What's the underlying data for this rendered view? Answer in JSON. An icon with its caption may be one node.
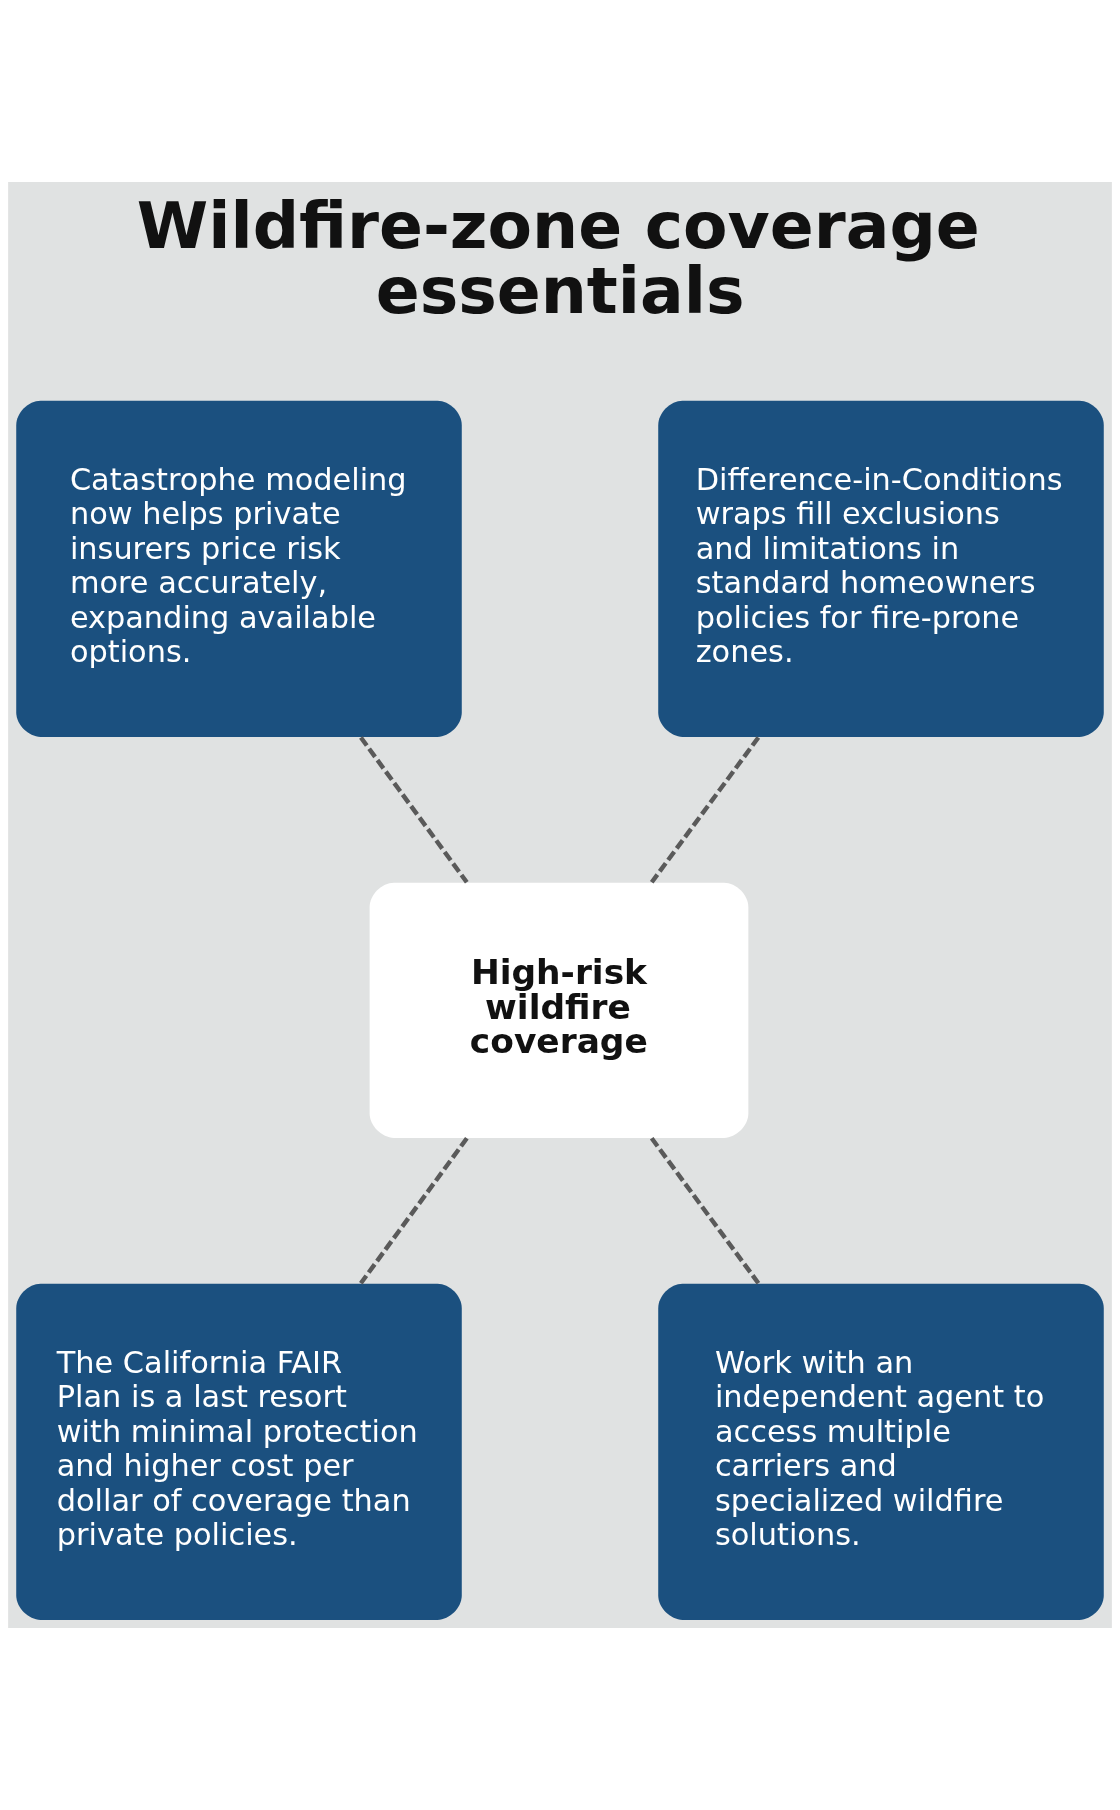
{
  "diagram": {
    "title": "Wildfire-zone coverage essentials",
    "nodes": [
      {
        "text": [
          "Catastrophe modeling now helps private insurers price risk more accurately, expanding available options."
        ]
      },
      {
        "text": [
          "Difference-in-Conditions wraps fill exclusions and limitations in standard homeowners policies for fire-prone zones."
        ]
      },
      {
        "text": [
          "High-risk wildfire coverage"
        ]
      },
      {
        "text": [
          "The California FAIR Plan is a last resort with minimal protection and higher cost per dollar of coverage than private policies."
        ]
      },
      {
        "text": [
          "Work with an independent agent to access multiple carriers and specialized wildfire solutions."
        ]
      }
    ],
    "edges": [
      {
        "from": 0,
        "to": 2,
        "arrow": "none",
        "style": "dashed"
      },
      {
        "from": 1,
        "to": 2,
        "arrow": "none",
        "style": "dashed"
      },
      {
        "from": 2,
        "to": 3,
        "arrow": "none",
        "style": "dashed"
      },
      {
        "from": 2,
        "to": 4,
        "arrow": "none",
        "style": "dashed"
      }
    ]
  }
}
